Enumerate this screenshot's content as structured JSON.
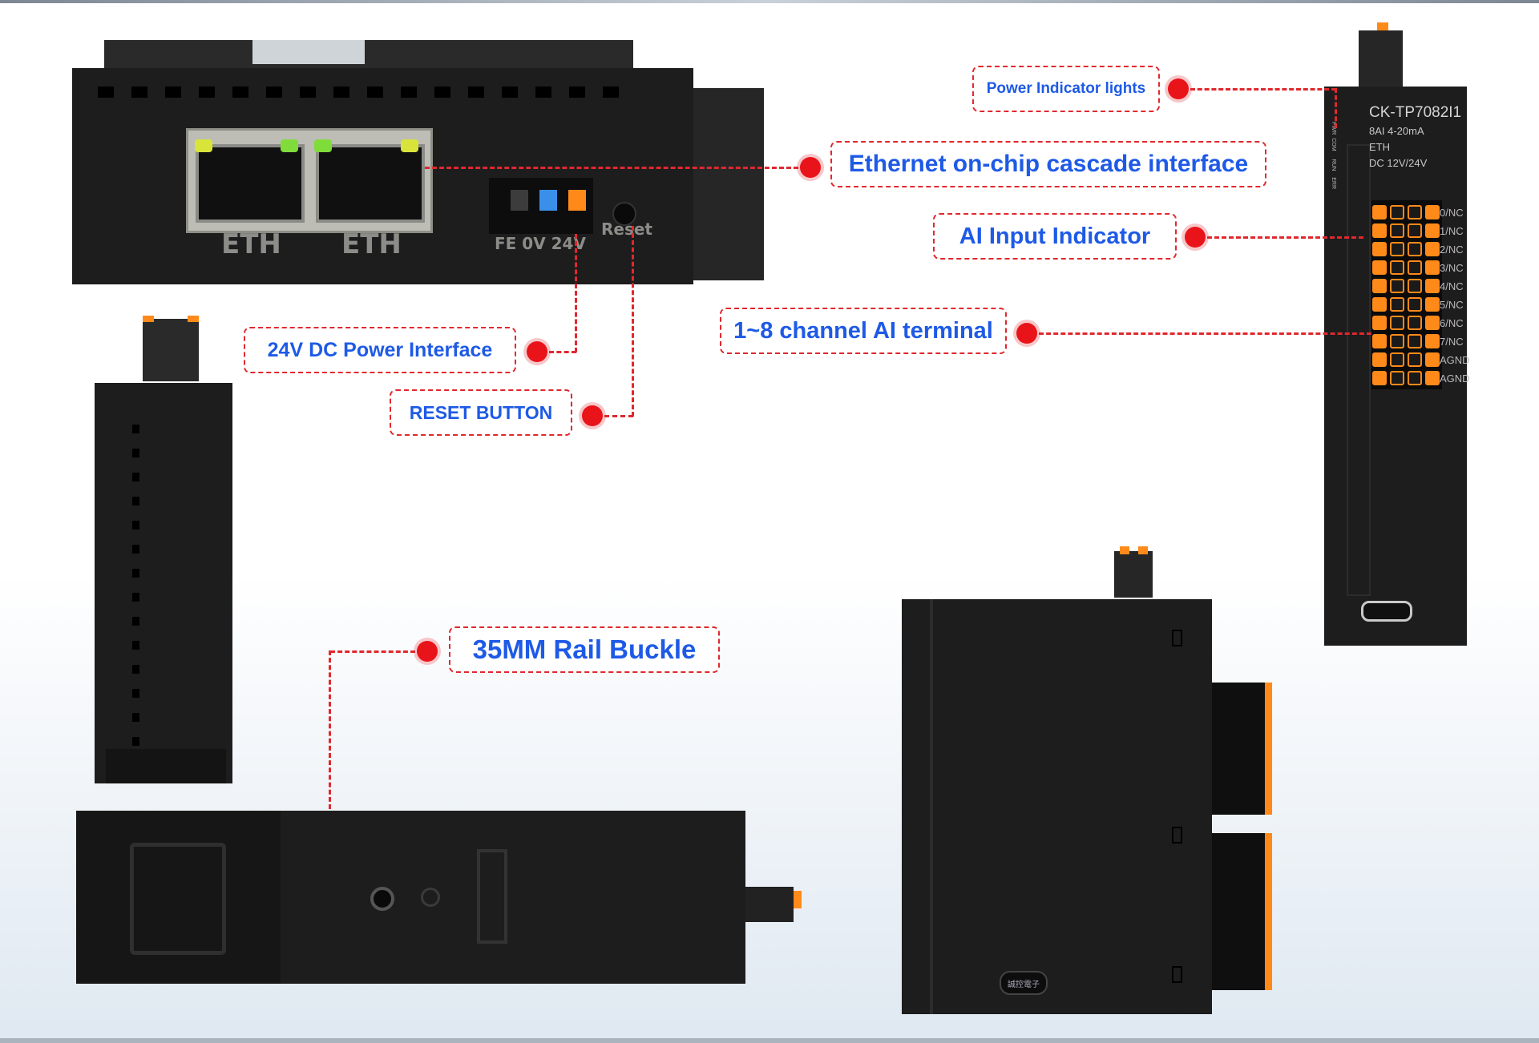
{
  "labels": {
    "power_indicator": "Power Indicator lights",
    "ethernet_cascade": "Ethernet on-chip cascade interface",
    "ai_indicator": "AI Input Indicator",
    "ai_terminal": "1~8 channel AI terminal",
    "dc_power": "24V DC Power Interface",
    "reset_button": "RESET BUTTON",
    "rail_buckle": "35MM Rail Buckle"
  },
  "device_front": {
    "port_left": "ETH",
    "port_right": "ETH",
    "power_terminal": "FE 0V 24V",
    "reset": "Reset"
  },
  "module_side": {
    "model": "CK-TP7082I1",
    "spec_line1": "8AI  4-20mA",
    "spec_line2": "ETH",
    "spec_line3": "DC 12V/24V",
    "status_leds": [
      "PWR",
      "COM",
      "RUN",
      "ERR"
    ],
    "channels": [
      "0/NC",
      "1/NC",
      "2/NC",
      "3/NC",
      "4/NC",
      "5/NC",
      "6/NC",
      "7/NC",
      "AGND",
      "AGND"
    ]
  },
  "side_view": {
    "brand_badge": "誠控電子"
  },
  "colors": {
    "callout_text": "#1e5ae6",
    "callout_border": "#e0282d",
    "terminal_orange": "#ff8a1a",
    "housing": "#1d1d1e"
  }
}
